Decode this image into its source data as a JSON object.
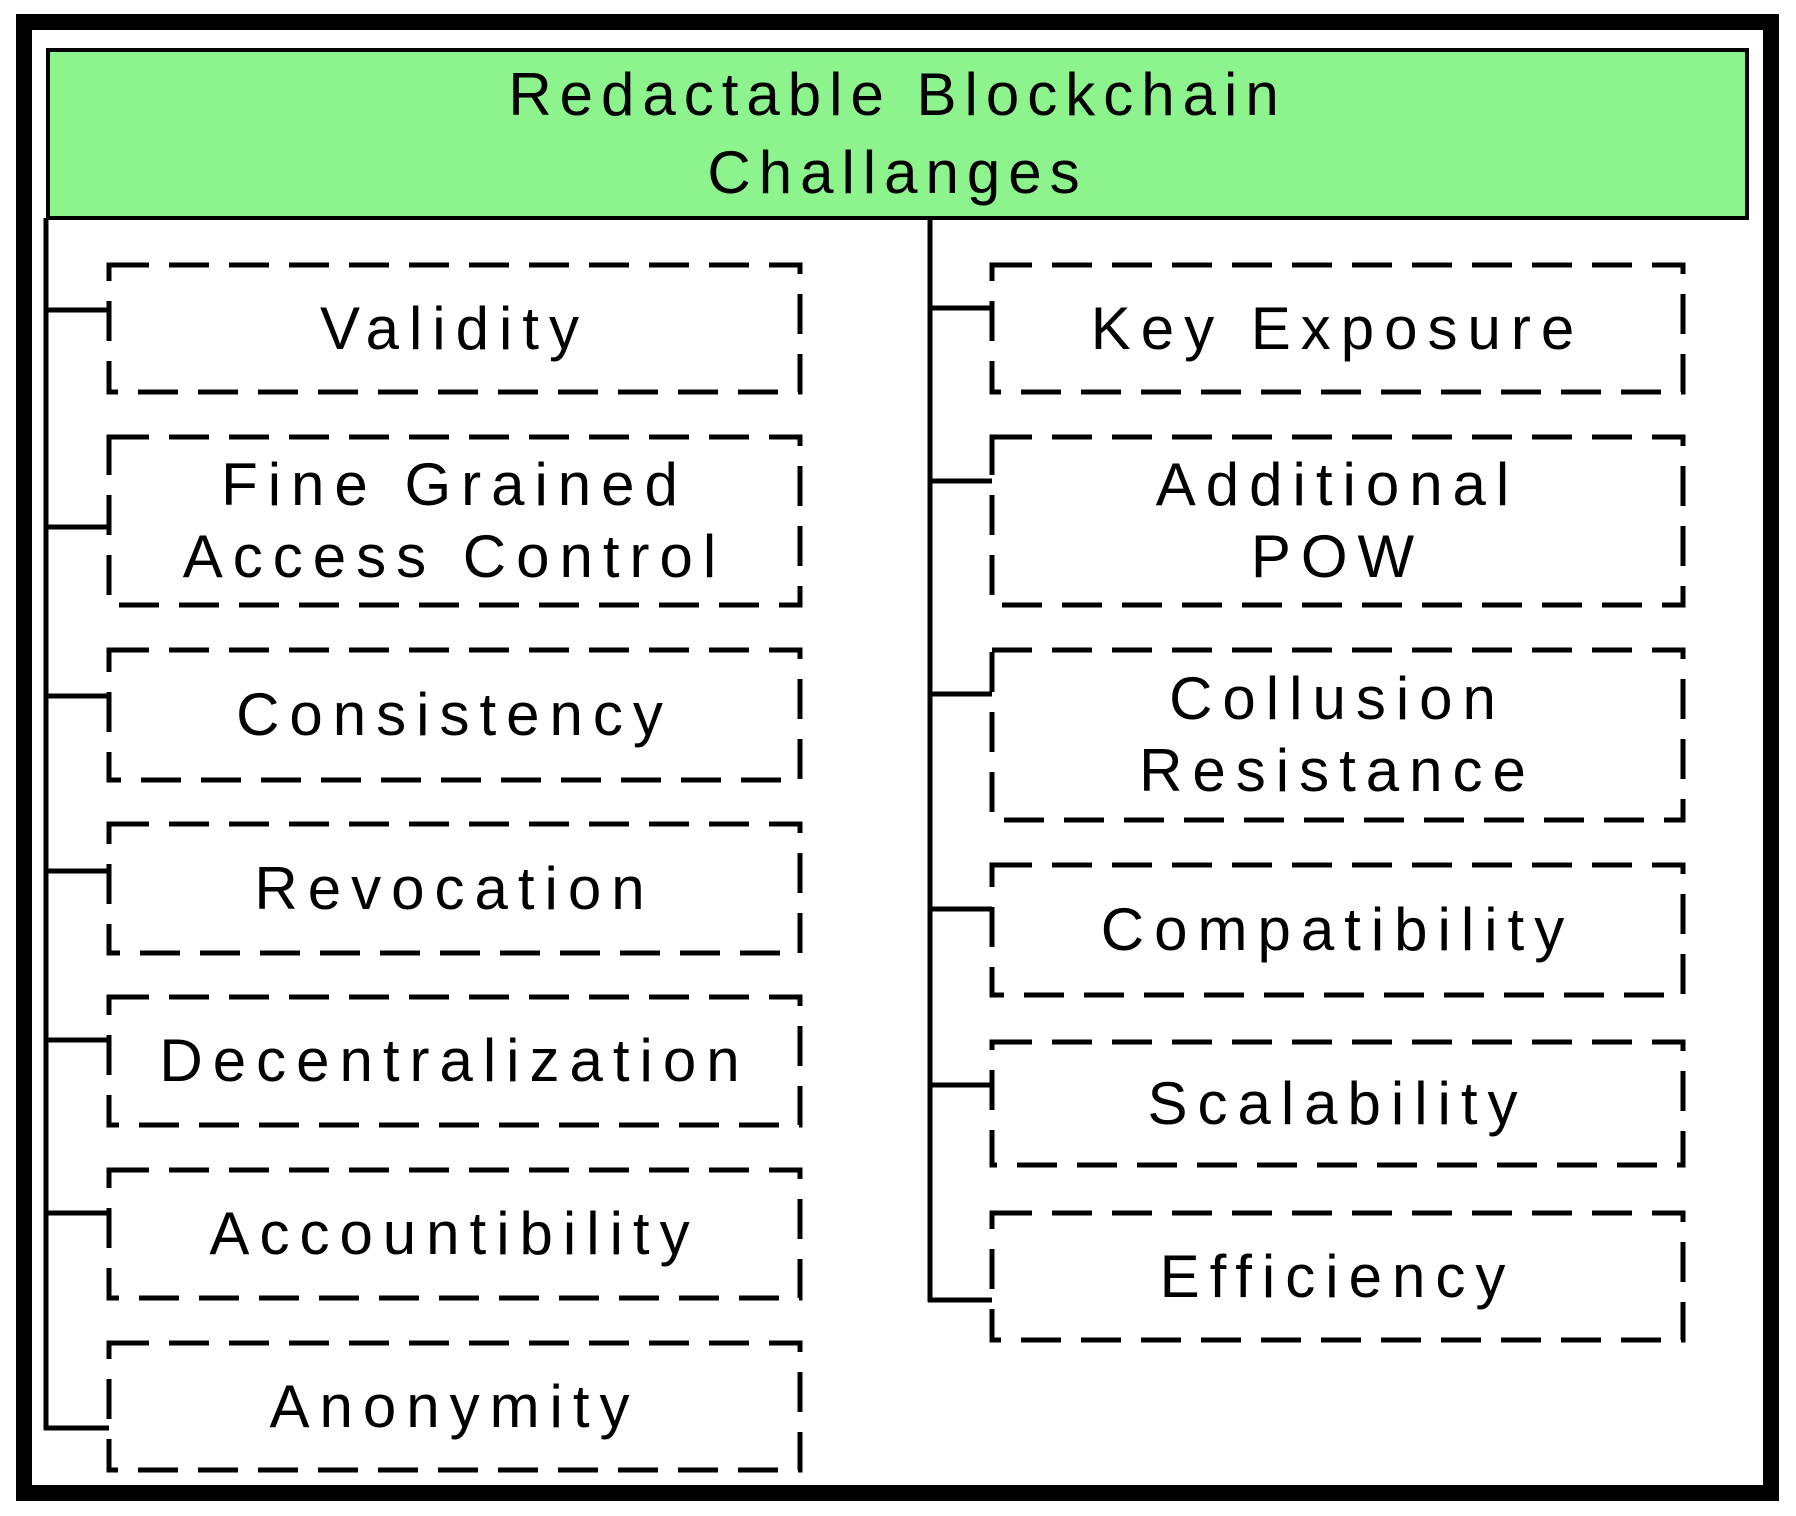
{
  "diagram": {
    "title": "Redactable Blockchain\nChallanges",
    "left_column": [
      {
        "label": "Validity"
      },
      {
        "label": "Fine Grained\nAccess Control"
      },
      {
        "label": "Consistency"
      },
      {
        "label": "Revocation"
      },
      {
        "label": "Decentralization"
      },
      {
        "label": "Accountibility"
      },
      {
        "label": "Anonymity"
      }
    ],
    "right_column": [
      {
        "label": "Key Exposure"
      },
      {
        "label": "Additional\nPOW"
      },
      {
        "label": "Collusion\nResistance"
      },
      {
        "label": "Compatibility"
      },
      {
        "label": "Scalability"
      },
      {
        "label": "Efficiency"
      }
    ],
    "colors": {
      "title_fill": "#8DF38D",
      "line": "#000000"
    }
  }
}
